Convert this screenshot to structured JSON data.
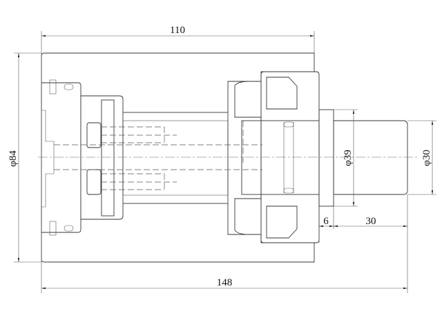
{
  "drawing": {
    "dimensions": {
      "housing_length": "110",
      "overall_length": "148",
      "housing_diameter": "φ84",
      "flange_diameter": "φ39",
      "shaft_diameter": "φ30",
      "flange_width": "6",
      "shaft_length": "30"
    },
    "colors": {
      "line": "#333333",
      "background": "#ffffff"
    }
  }
}
